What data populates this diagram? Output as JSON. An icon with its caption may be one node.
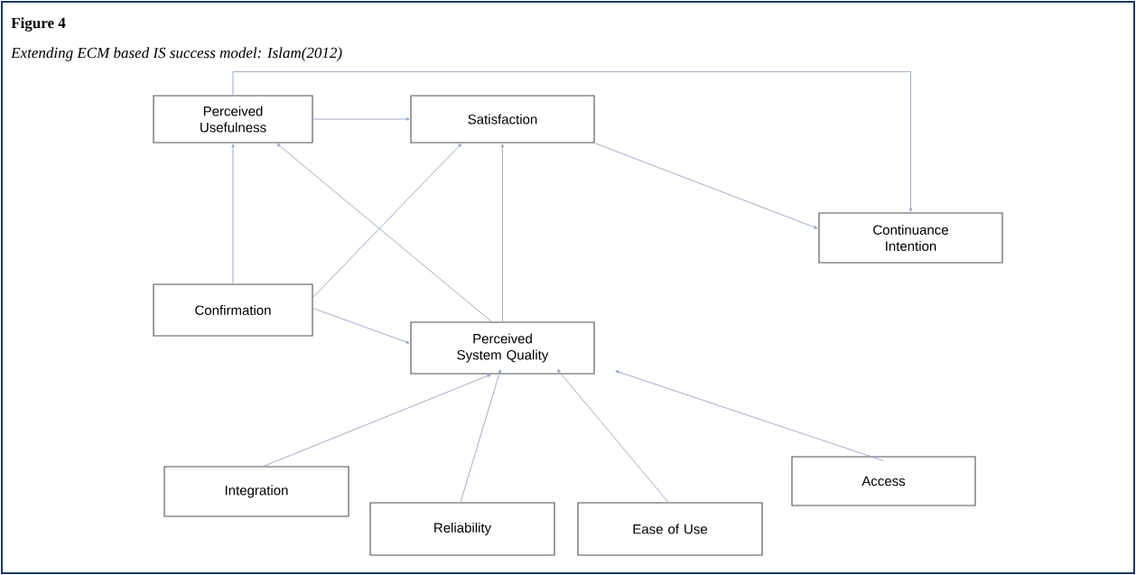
{
  "diagram": {
    "title": "Figure 4",
    "caption": "Extending ECM based IS success model: Islam(2012)",
    "nodes": [
      {
        "text": [
          "Perceived Usefulness"
        ]
      },
      {
        "text": [
          "Satisfaction"
        ]
      },
      {
        "text": [
          "Continuance Intention"
        ]
      },
      {
        "text": [
          "Confirmation"
        ]
      },
      {
        "text": [
          "Perceived System Quality"
        ]
      },
      {
        "text": [
          "Integration"
        ]
      },
      {
        "text": [
          "Reliability"
        ]
      },
      {
        "text": [
          "Ease of Use"
        ]
      },
      {
        "text": [
          "Access"
        ]
      }
    ],
    "edges": [
      {
        "from": 0,
        "to": 1,
        "arrow": "to"
      },
      {
        "from": 1,
        "to": 2,
        "arrow": "to"
      },
      {
        "from": 0,
        "to": 2,
        "arrow": "to"
      },
      {
        "from": 3,
        "to": 0,
        "arrow": "to"
      },
      {
        "from": 3,
        "to": 1,
        "arrow": "to"
      },
      {
        "from": 3,
        "to": 4,
        "arrow": "to"
      },
      {
        "from": 4,
        "to": 0,
        "arrow": "to"
      },
      {
        "from": 4,
        "to": 1,
        "arrow": "to"
      },
      {
        "from": 5,
        "to": 4,
        "arrow": "to"
      },
      {
        "from": 6,
        "to": 4,
        "arrow": "to"
      },
      {
        "from": 7,
        "to": 4,
        "arrow": "to"
      },
      {
        "from": 8,
        "to": 4,
        "arrow": "to"
      }
    ]
  }
}
